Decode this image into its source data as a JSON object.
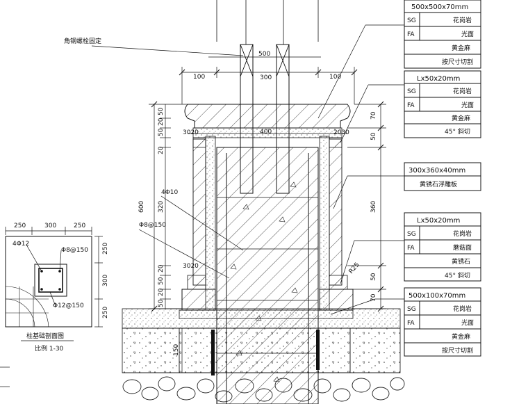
{
  "callouts": {
    "bolt": "角钢螺栓固定",
    "cap": {
      "size": "500x500x70mm",
      "rows": [
        [
          "SG",
          "花岗岩"
        ],
        [
          "FA",
          "光面"
        ],
        [
          "",
          "黄金麻"
        ],
        [
          "",
          "按尺寸切割"
        ]
      ]
    },
    "top_trim": {
      "size": "Lx50x20mm",
      "rows": [
        [
          "SG",
          "花岗岩"
        ],
        [
          "FA",
          "光面"
        ],
        [
          "",
          "黄金麻"
        ],
        [
          "",
          "45° 斜切"
        ]
      ]
    },
    "panel": {
      "size": "300x360x40mm",
      "name": "黄锈石浮雕板"
    },
    "bottom_trim": {
      "size": "Lx50x20mm",
      "rows": [
        [
          "SG",
          "花岗岩"
        ],
        [
          "FA",
          "蘑菇面"
        ],
        [
          "",
          "黄锈石"
        ],
        [
          "",
          "45° 斜切"
        ]
      ]
    },
    "base": {
      "size": "500x100x70mm",
      "rows": [
        [
          "SG",
          "花岗岩"
        ],
        [
          "FA",
          "光面"
        ],
        [
          "",
          "黄金麻"
        ],
        [
          "",
          "按尺寸切割"
        ]
      ]
    }
  },
  "dims": {
    "d500": "500",
    "d100a": "100",
    "d300": "300",
    "d100b": "100",
    "d400": "400",
    "d3020a": "3020",
    "d2030": "2030",
    "d600": "600",
    "d320": "320",
    "d3020b": "3020",
    "left_stack": [
      "50",
      "20",
      "50",
      "20",
      "50",
      "20",
      "50",
      "20",
      "50"
    ],
    "right_70a": "70",
    "right_50a": "50",
    "right_360": "360",
    "right_50b": "50",
    "right_70b": "70",
    "r25": "R25",
    "d150": "150",
    "rebar1": "4Φ10",
    "rebar2": "Φ8@150"
  },
  "plan": {
    "top_dims": [
      "250",
      "300",
      "250"
    ],
    "right_dims": [
      "250",
      "300",
      "250"
    ],
    "rebar_a": "4Φ12",
    "rebar_b": "Φ8@150",
    "rebar_c": "Φ12@150",
    "title": "柱基础剖面图",
    "scale": "比例 1-30"
  }
}
